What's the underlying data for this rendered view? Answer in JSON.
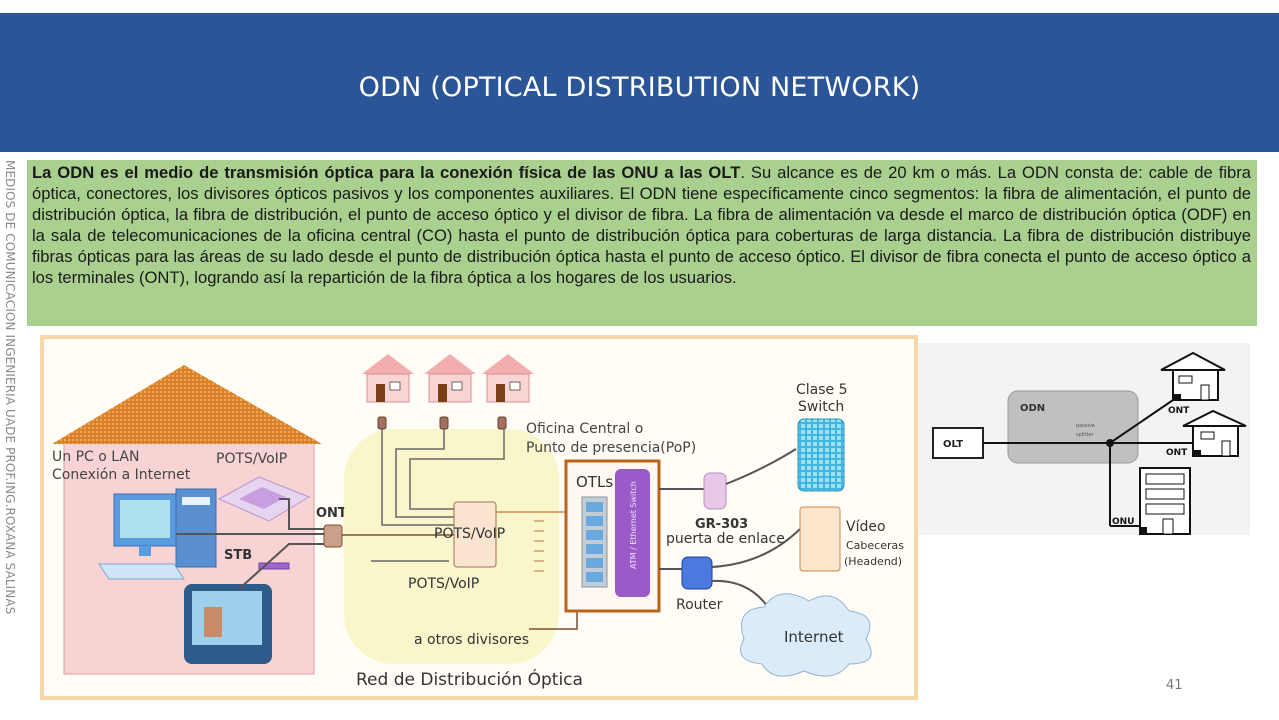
{
  "slide": {
    "title": "ODN (OPTICAL DISTRIBUTION NETWORK)",
    "side_label": "MEDIOS DE COMUNICACION    INGENIERIA  UADE    PROF.ING.ROXANA SALINAS",
    "page_number": "41"
  },
  "body": {
    "bold_lead": "La ODN es el medio de transmisión óptica para la conexión física de las ONU a las OLT",
    "text": ". Su alcance es de 20 km o más. La ODN consta de: cable de fibra óptica, conectores, los divisores ópticos pasivos y los componentes auxiliares. El ODN tiene específicamente cinco segmentos: la fibra de alimentación, el punto de distribución óptica, la fibra de distribución, el punto de acceso óptico y el divisor de fibra. La fibra de alimentación va desde el marco de distribución óptica (ODF) en la sala de telecomunicaciones de la oficina central (CO) hasta el punto de distribución óptica para coberturas de larga distancia. La fibra de distribución distribuye fibras ópticas para las áreas de su lado desde el punto de distribución óptica hasta el punto de acceso óptico. El divisor de fibra conecta el punto de acceso óptico a los terminales (ONT), logrando así la repartición de la fibra óptica a los hogares de los usuarios."
  },
  "diagram_main": {
    "pc_label_1": "Un PC o LAN",
    "pc_label_2": "Conexión a Internet",
    "phone_label": "POTS/VoIP",
    "ont_label": "ONT",
    "stb_label": "STB",
    "splitter_label": "POTS/VoIP",
    "pots_label": "POTS/VoIP",
    "other_splitters_label": "a otros divisores",
    "odn_label": "Red de Distribución Óptica",
    "co_label_1": "Oficina Central o",
    "co_label_2": "Punto de presencia(PoP)",
    "otls_label": "OTLs",
    "switch_label": "ATM / Ethernet Switch",
    "gr303_label": "GR-303",
    "gateway_label": "puerta de enlace",
    "router_label": "Router",
    "class5_label_1": "Clase 5",
    "class5_label_2": "Switch",
    "video_label": "Vídeo",
    "headend_label_1": "Cabeceras",
    "headend_label_2": "(Headend)",
    "internet_label": "Internet"
  },
  "diagram_small": {
    "olt_label": "OLT",
    "odn_label": "ODN",
    "splitter_label_1": "passive",
    "splitter_label_2": "splitter",
    "ont_label_1": "ONT",
    "ont_label_2": "ONT",
    "onu_label": "ONU"
  }
}
